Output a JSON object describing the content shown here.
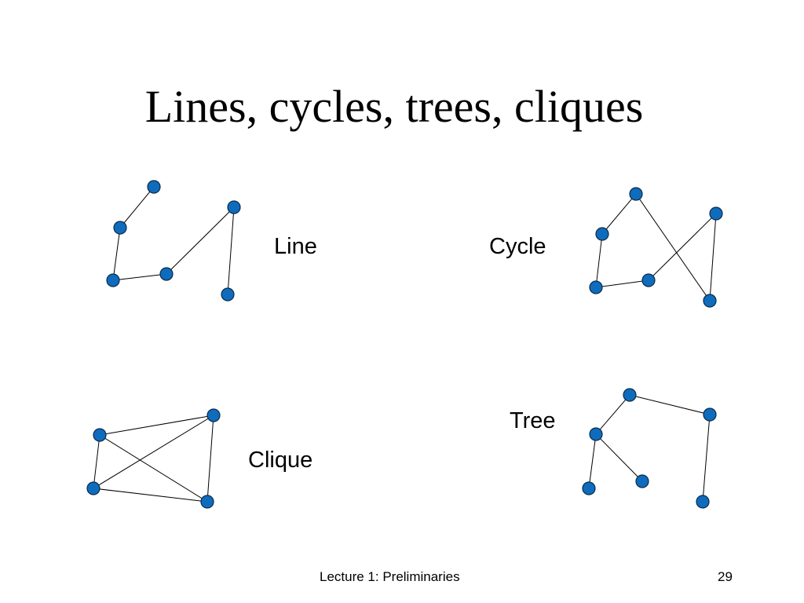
{
  "slide": {
    "title": "Lines, cycles, trees, cliques",
    "footer": {
      "lecture": "Lecture 1: Preliminaries",
      "page_number": "29"
    }
  },
  "colors": {
    "node_fill": "#0f6cbd",
    "node_stroke": "#0a2a4a",
    "edge": "#000000",
    "background": "#ffffff"
  },
  "graphs": [
    {
      "id": "line",
      "label": "Line",
      "node_count": 6,
      "edges": [
        [
          0,
          1
        ],
        [
          1,
          2
        ],
        [
          2,
          3
        ],
        [
          3,
          4
        ],
        [
          4,
          5
        ]
      ]
    },
    {
      "id": "cycle",
      "label": "Cycle",
      "node_count": 6,
      "edges": [
        [
          0,
          1
        ],
        [
          1,
          2
        ],
        [
          2,
          3
        ],
        [
          3,
          4
        ],
        [
          4,
          5
        ],
        [
          5,
          0
        ]
      ]
    },
    {
      "id": "clique",
      "label": "Clique",
      "node_count": 4,
      "edges": [
        [
          0,
          1
        ],
        [
          0,
          2
        ],
        [
          0,
          3
        ],
        [
          1,
          2
        ],
        [
          1,
          3
        ],
        [
          2,
          3
        ]
      ]
    },
    {
      "id": "tree",
      "label": "Tree",
      "node_count": 6,
      "edges": [
        [
          0,
          1
        ],
        [
          0,
          2
        ],
        [
          2,
          3
        ],
        [
          2,
          4
        ],
        [
          1,
          5
        ]
      ]
    }
  ]
}
